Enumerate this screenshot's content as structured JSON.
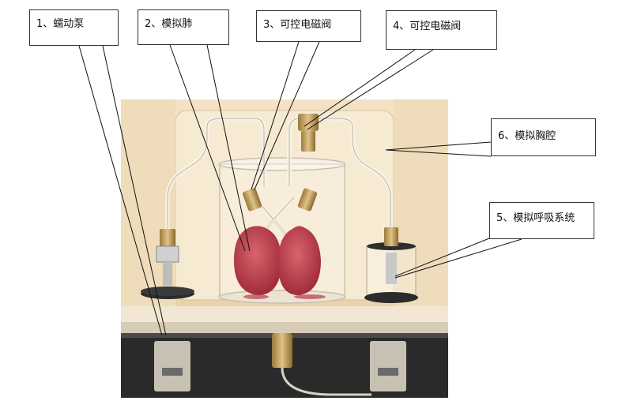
{
  "labels": [
    {
      "id": "pump",
      "text": "1、蠕动泵"
    },
    {
      "id": "lung",
      "text": "2、模拟肺"
    },
    {
      "id": "valve-a",
      "text": "3、可控电磁阀"
    },
    {
      "id": "valve-b",
      "text": "4、可控电磁阀"
    },
    {
      "id": "chest",
      "text": "6、模拟胸腔"
    },
    {
      "id": "breathing",
      "text": "5、模拟呼吸系统"
    }
  ]
}
